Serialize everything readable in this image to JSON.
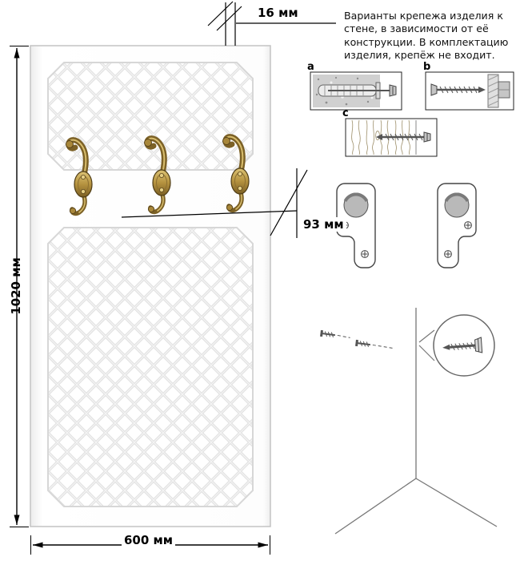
{
  "dimensions": {
    "height": "1020 мм",
    "width": "600 мм",
    "thickness": "16 мм",
    "hook_offset": "93 мм"
  },
  "note": {
    "sentence1": "Варианты крепежа изделия к стене, в зависимости от её конструкции.",
    "sentence2": "В комплектацию изделия, крепёж не входит."
  },
  "fastener_options": {
    "a_label": "a",
    "b_label": "b",
    "c_label": "c"
  },
  "colors": {
    "brass_accent": "#a8873a",
    "line": "#000000",
    "panel_border": "#c3c3c3",
    "lattice_groove": "#e3e3e3"
  }
}
